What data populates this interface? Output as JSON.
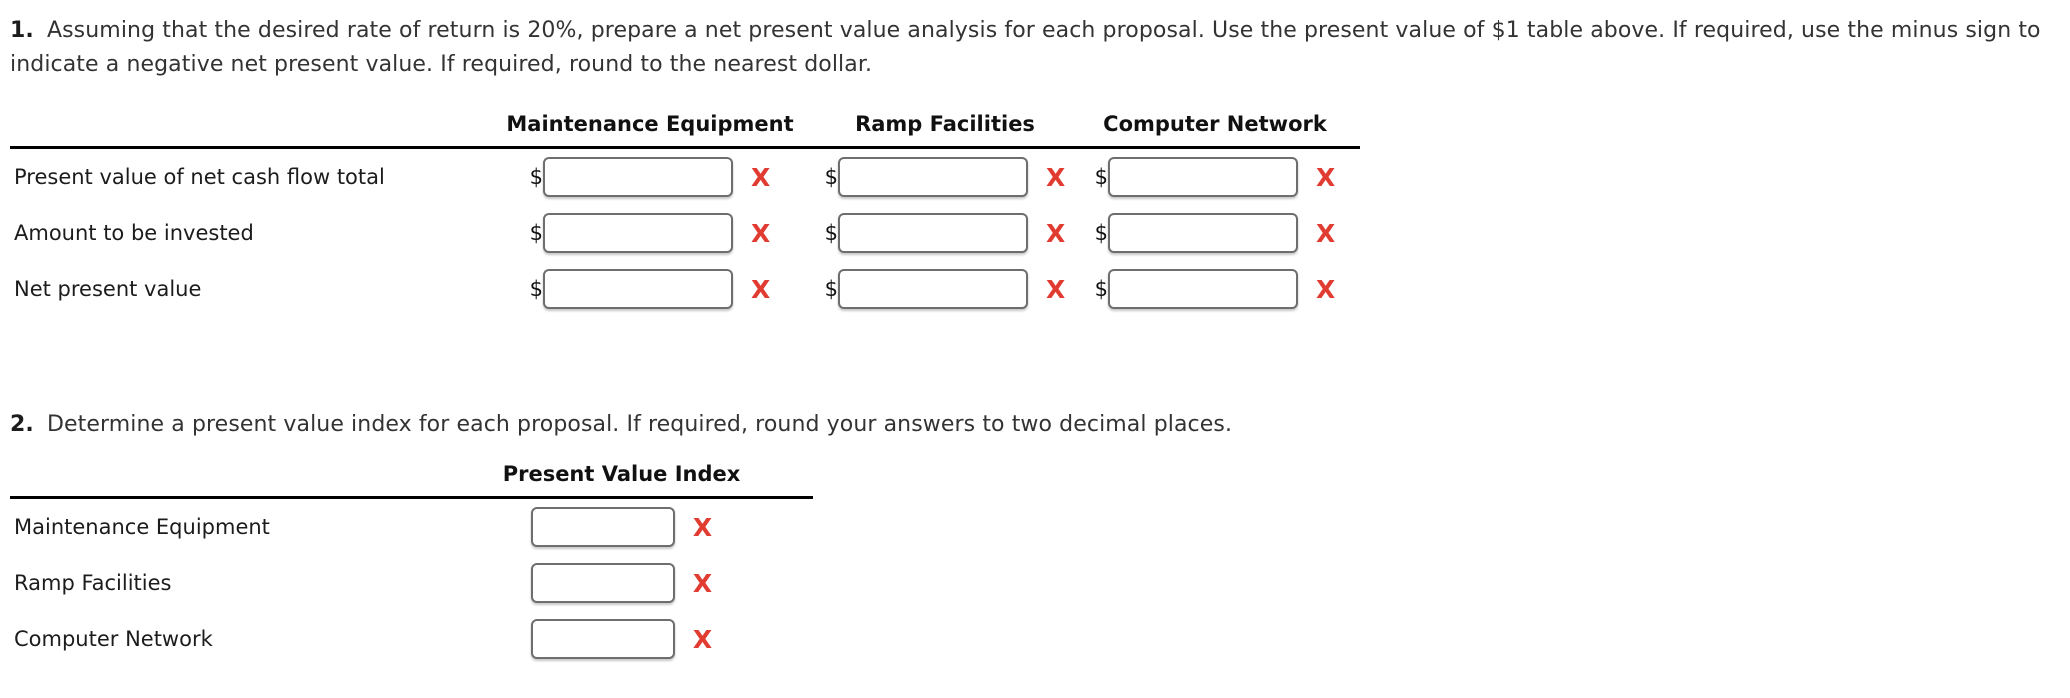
{
  "questions": [
    {
      "number": "1.",
      "text": "Assuming that the desired rate of return is 20%, prepare a net present value analysis for each proposal. Use the present value of $1 table above. If required, use the minus sign to indicate a negative net present value. If required, round to the nearest dollar."
    },
    {
      "number": "2.",
      "text": "Determine a present value index for each proposal. If required, round your answers to two decimal places."
    }
  ],
  "npv_table": {
    "blank_corner": "",
    "columns": [
      "Maintenance Equipment",
      "Ramp Facilities",
      "Computer Network"
    ],
    "rows": [
      {
        "label": "Present value of net cash flow total",
        "cells": [
          {
            "currency": "$",
            "value": "",
            "status": "X"
          },
          {
            "currency": "$",
            "value": "",
            "status": "X"
          },
          {
            "currency": "$",
            "value": "",
            "status": "X"
          }
        ]
      },
      {
        "label": "Amount to be invested",
        "cells": [
          {
            "currency": "$",
            "value": "",
            "status": "X"
          },
          {
            "currency": "$",
            "value": "",
            "status": "X"
          },
          {
            "currency": "$",
            "value": "",
            "status": "X"
          }
        ]
      },
      {
        "label": "Net present value",
        "cells": [
          {
            "currency": "$",
            "value": "",
            "status": "X"
          },
          {
            "currency": "$",
            "value": "",
            "status": "X"
          },
          {
            "currency": "$",
            "value": "",
            "status": "X"
          }
        ]
      }
    ]
  },
  "pvi_table": {
    "blank_corner": "",
    "columns": [
      "Present Value Index"
    ],
    "rows": [
      {
        "label": "Maintenance Equipment",
        "cells": [
          {
            "value": "",
            "status": "X"
          }
        ]
      },
      {
        "label": "Ramp Facilities",
        "cells": [
          {
            "value": "",
            "status": "X"
          }
        ]
      },
      {
        "label": "Computer Network",
        "cells": [
          {
            "value": "",
            "status": "X"
          }
        ]
      }
    ]
  },
  "colors": {
    "incorrect_mark": "#e03c31",
    "rule": "#000000",
    "text": "#333333",
    "input_border": "#6e6e6e"
  },
  "icons": {
    "incorrect": "X"
  }
}
